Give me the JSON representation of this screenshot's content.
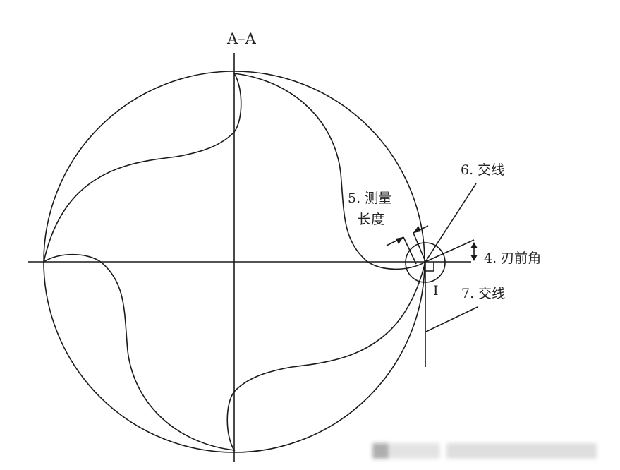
{
  "section_title": "A–A",
  "labels": {
    "rake_angle": "4. 刃前角",
    "measure_length_line1": "5. 测量",
    "measure_length_line2": "长度",
    "intersection_6": "6. 交线",
    "intersection_7": "7. 交线",
    "detail_marker": "I"
  },
  "colors": {
    "line": "#1a1a1a",
    "background": "#ffffff"
  }
}
